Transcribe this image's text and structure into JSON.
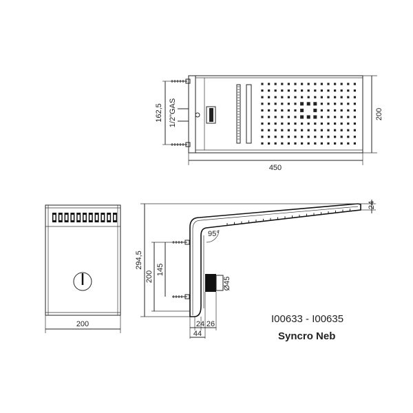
{
  "top_view": {
    "dim_width": "450",
    "dim_height": "200",
    "dim_offset": "162,5",
    "thread": "1/2\"GAS"
  },
  "front_view": {
    "dim_width": "200"
  },
  "side_view": {
    "dim_total_height": "294,5",
    "dim_fixing": "200",
    "dim_fixing_inner": "145",
    "angle": "95°",
    "dim_thickness": "24",
    "dim_diameter": "Ø45",
    "dim_bottom_a": "24",
    "dim_bottom_b": "26",
    "dim_bottom_c": "44"
  },
  "title": {
    "code": "I00633 - I00635",
    "name": "Syncro Neb"
  }
}
